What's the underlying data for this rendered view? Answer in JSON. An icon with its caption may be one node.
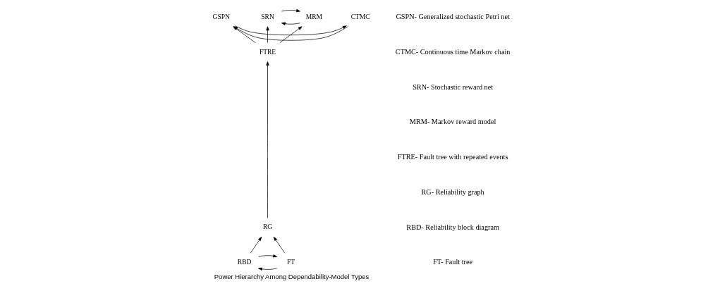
{
  "diagram": {
    "caption": "Power Hierarchy Among Dependability-Model Types",
    "nodes": [
      {
        "text": [
          "GSPN"
        ]
      },
      {
        "text": [
          "CTMC"
        ]
      },
      {
        "text": [
          "SRN"
        ]
      },
      {
        "text": [
          "MRM"
        ]
      },
      {
        "text": [
          "FTRE"
        ]
      },
      {
        "text": [
          "RG"
        ]
      },
      {
        "text": [
          "RBD"
        ]
      },
      {
        "text": [
          "FT"
        ]
      }
    ],
    "edges": [
      {
        "from": 0,
        "to": 1,
        "arrow": "to"
      },
      {
        "from": 1,
        "to": 0,
        "arrow": "to"
      },
      {
        "from": 2,
        "to": 3,
        "arrow": "to"
      },
      {
        "from": 3,
        "to": 2,
        "arrow": "to"
      },
      {
        "from": 4,
        "to": 0,
        "arrow": "to"
      },
      {
        "from": 4,
        "to": 2,
        "arrow": "to"
      },
      {
        "from": 4,
        "to": 3,
        "arrow": "to"
      },
      {
        "from": 5,
        "to": 4,
        "arrow": "to"
      },
      {
        "from": 6,
        "to": 5,
        "arrow": "to"
      },
      {
        "from": 7,
        "to": 5,
        "arrow": "to"
      },
      {
        "from": 6,
        "to": 7,
        "arrow": "to"
      },
      {
        "from": 7,
        "to": 6,
        "arrow": "to"
      }
    ],
    "labels": [
      "GSPN- Generalized stochastic Petri net",
      "CTMC- Continuous time Markov chain",
      "SRN- Stochastic reward net",
      "MRM- Markov reward model",
      "FTRE- Fault tree with repeated events",
      "RG- Reliability graph",
      "RBD- Reliability block diagram",
      "FT- Fault tree"
    ]
  }
}
